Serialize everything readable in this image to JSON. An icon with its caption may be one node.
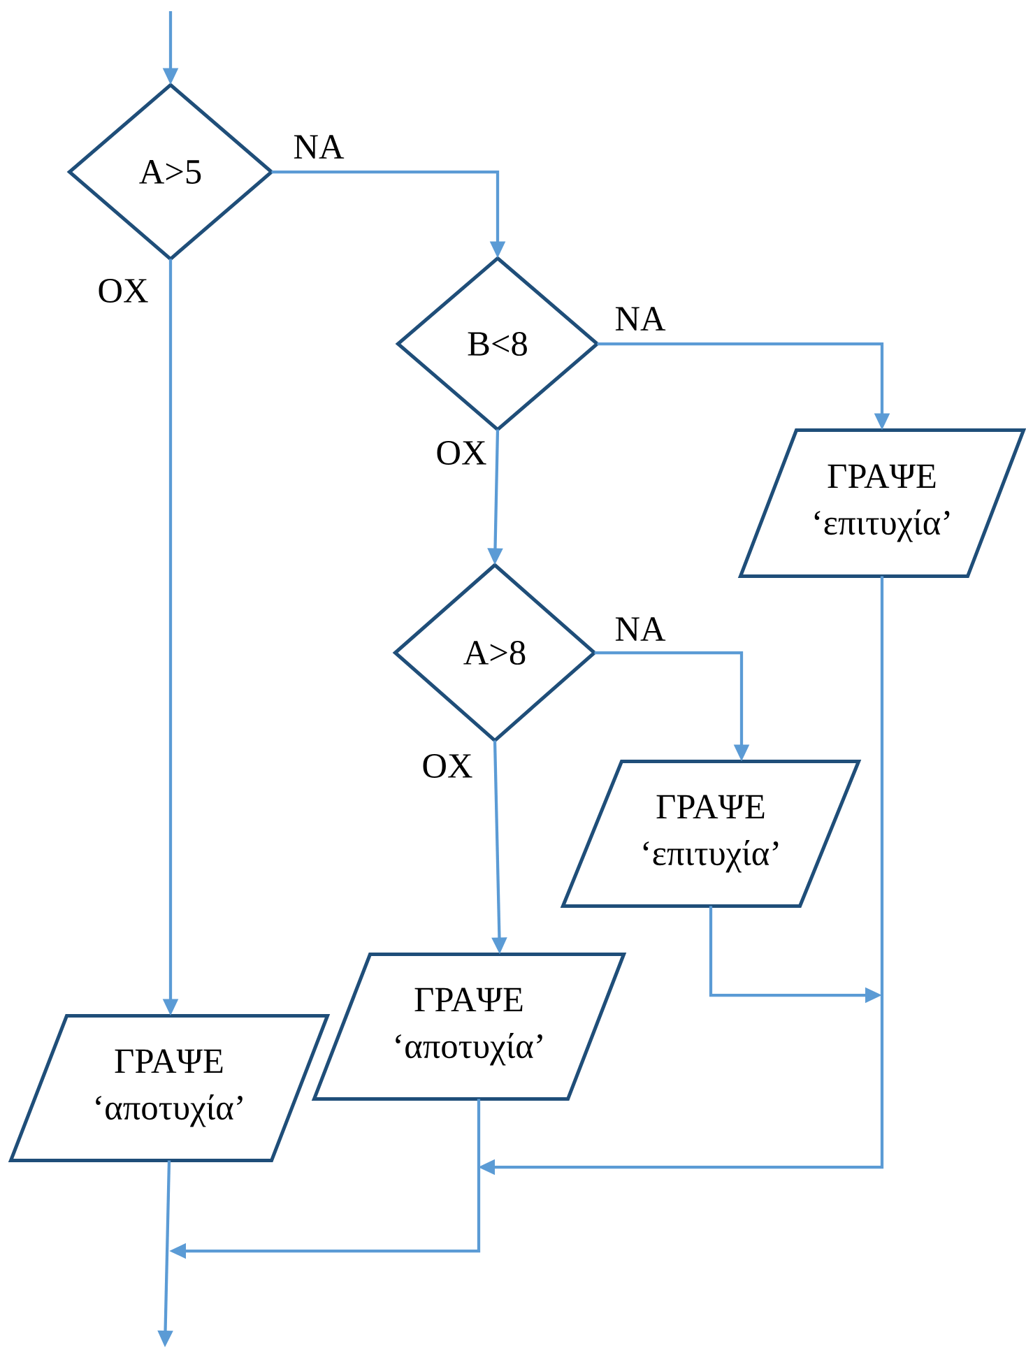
{
  "diagram": {
    "nodes": [
      {
        "text": [
          "A>5"
        ]
      },
      {
        "text": [
          "B<8"
        ]
      },
      {
        "text": [
          "ΓΡΑΨΕ",
          "‘επιτυχία’"
        ]
      },
      {
        "text": [
          "A>8"
        ]
      },
      {
        "text": [
          "ΓΡΑΨΕ",
          "‘επιτυχία’"
        ]
      },
      {
        "text": [
          "ΓΡΑΨΕ",
          "‘αποτυχία’"
        ]
      },
      {
        "text": [
          "ΓΡΑΨΕ",
          "‘αποτυχία’"
        ]
      }
    ],
    "edges": [
      {
        "from": null,
        "to": 0,
        "arrow": "to"
      },
      {
        "from": 0,
        "to": 1,
        "arrow": "to",
        "label": "ΝΑ"
      },
      {
        "from": 0,
        "to": 6,
        "arrow": "to",
        "label": "ΟΧ"
      },
      {
        "from": 1,
        "to": 2,
        "arrow": "to",
        "label": "ΝΑ"
      },
      {
        "from": 1,
        "to": 3,
        "arrow": "to",
        "label": "ΟΧ"
      },
      {
        "from": 3,
        "to": 4,
        "arrow": "to",
        "label": "ΝΑ"
      },
      {
        "from": 3,
        "to": 5,
        "arrow": "to",
        "label": "ΟΧ"
      },
      {
        "from": 4,
        "to": null,
        "arrow": "to"
      },
      {
        "from": 2,
        "to": null,
        "arrow": "to"
      },
      {
        "from": 5,
        "to": null,
        "arrow": "to"
      },
      {
        "from": 6,
        "to": null,
        "arrow": "to"
      }
    ]
  }
}
